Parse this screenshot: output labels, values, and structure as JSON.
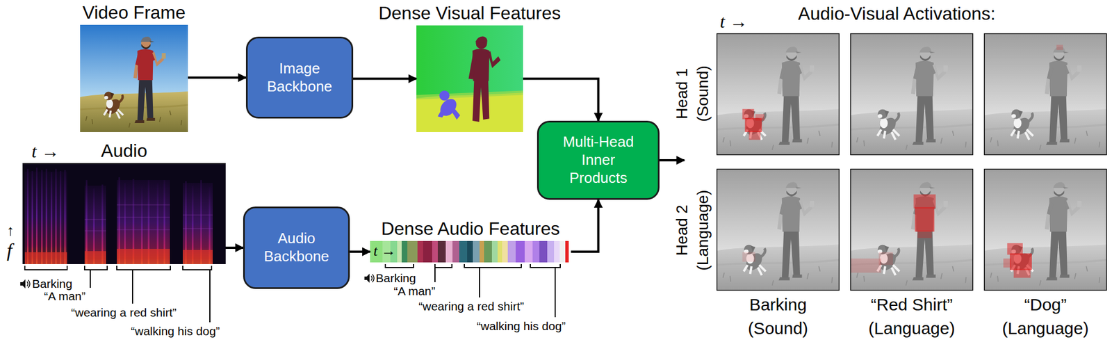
{
  "diagram": {
    "nodes": [
      {
        "text": [
          "Video Frame"
        ]
      },
      {
        "text": [
          "Image Backbone"
        ]
      },
      {
        "text": [
          "Dense Visual Features"
        ]
      },
      {
        "text": [
          "Audio"
        ]
      },
      {
        "text": [
          "Audio Backbone"
        ]
      },
      {
        "text": [
          "Dense Audio Features"
        ]
      },
      {
        "text": [
          "Multi-Head Inner Products"
        ]
      },
      {
        "text": [
          "Audio-Visual Activations:"
        ]
      }
    ],
    "edges": [
      {
        "from": 0,
        "to": 1,
        "arrow": "to"
      },
      {
        "from": 1,
        "to": 2,
        "arrow": "to"
      },
      {
        "from": 2,
        "to": 6,
        "arrow": "to"
      },
      {
        "from": 3,
        "to": 4,
        "arrow": "to"
      },
      {
        "from": 4,
        "to": 5,
        "arrow": "to"
      },
      {
        "from": 5,
        "to": 6,
        "arrow": "to"
      },
      {
        "from": 6,
        "to": 7,
        "arrow": "to"
      }
    ],
    "labels": [
      "t →",
      "↑",
      "f",
      "Barking",
      "“A man”",
      "“wearing a red shirt”",
      "“walking his dog”",
      "t →",
      "Barking",
      "“A man”",
      "“wearing a red shirt”",
      "“walking his dog”",
      "t →",
      "Head 1",
      "(Sound)",
      "Head 2",
      "(Language)",
      "Barking",
      "(Sound)",
      "“Red Shirt”",
      "(Language)",
      "“Dog”",
      "(Language)"
    ]
  }
}
